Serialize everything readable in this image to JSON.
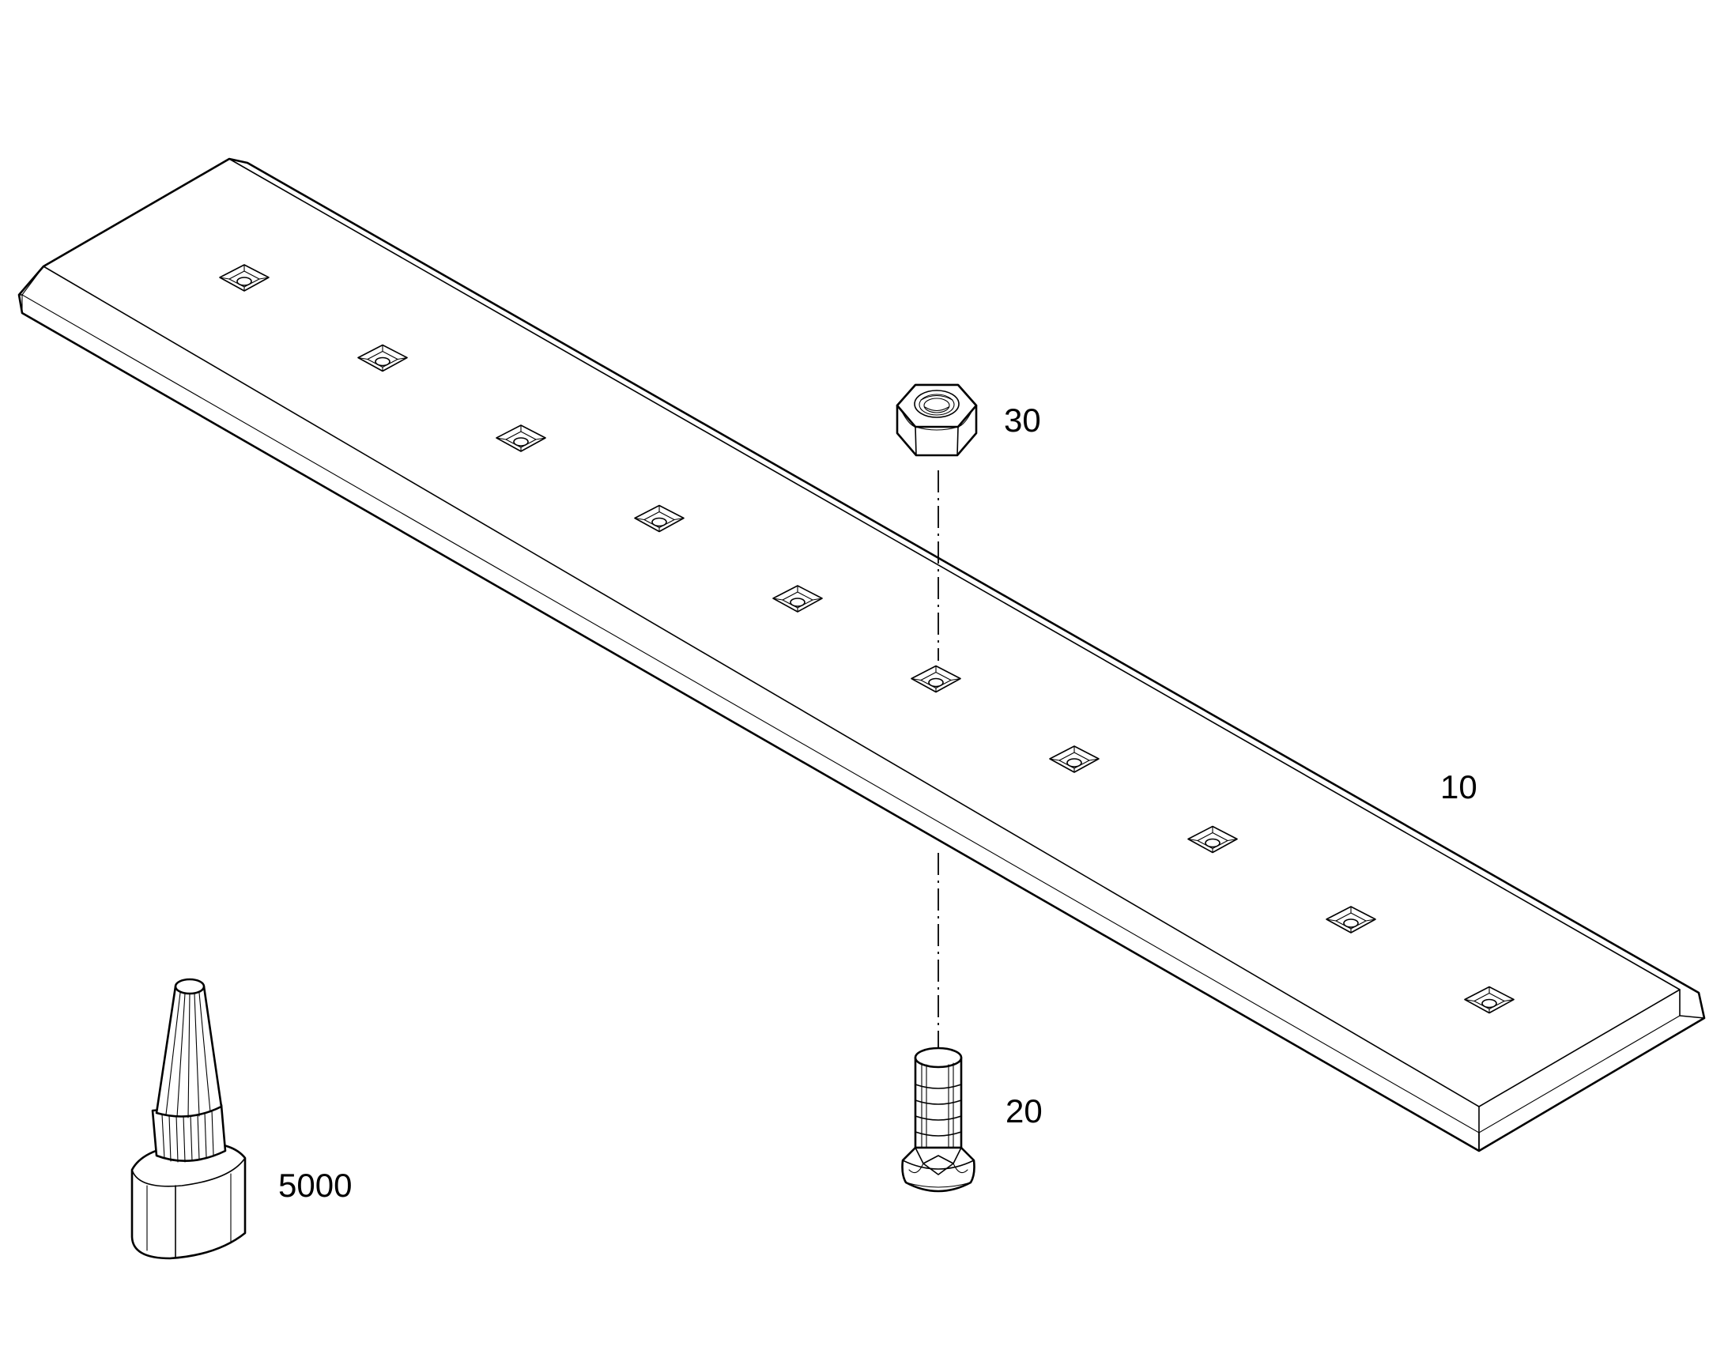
{
  "diagram": {
    "parts": [
      {
        "id": "cutting-edge",
        "callout": "10",
        "icon": "cutting-edge-blade-icon"
      },
      {
        "id": "plow-bolt",
        "callout": "20",
        "icon": "plow-bolt-icon"
      },
      {
        "id": "hex-nut",
        "callout": "30",
        "icon": "hex-nut-icon"
      },
      {
        "id": "thread-locker",
        "callout": "5000",
        "icon": "adhesive-bottle-icon"
      }
    ],
    "bolt_hole_count": 10
  }
}
